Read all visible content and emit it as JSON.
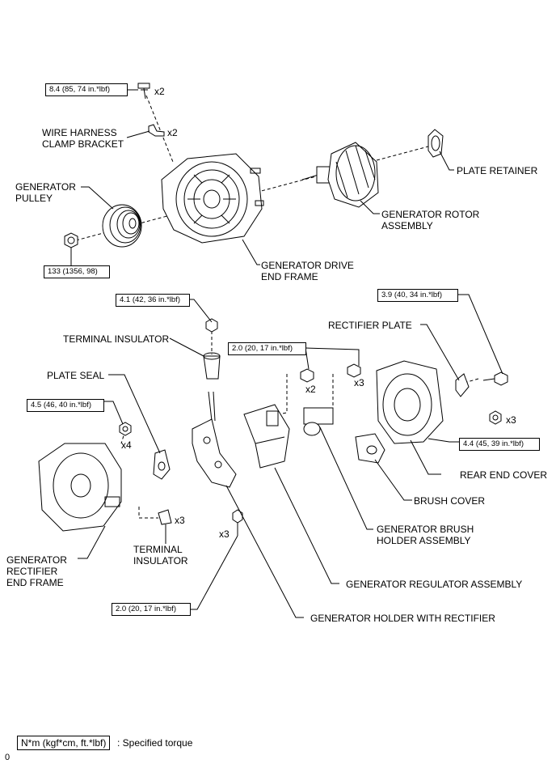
{
  "labels": {
    "wire_harness": "WIRE HARNESS\nCLAMP BRACKET",
    "generator_pulley": "GENERATOR\nPULLEY",
    "plate_retainer": "PLATE RETAINER",
    "rotor": "GENERATOR ROTOR\nASSEMBLY",
    "drive_end_frame": "GENERATOR DRIVE\nEND FRAME",
    "terminal_insulator_top": "TERMINAL INSULATOR",
    "rectifier_plate": "RECTIFIER PLATE",
    "plate_seal": "PLATE SEAL",
    "rear_end_cover": "REAR END COVER",
    "brush_cover": "BRUSH COVER",
    "brush_holder": "GENERATOR BRUSH\nHOLDER ASSEMBLY",
    "terminal_insulator_bottom": "TERMINAL\nINSULATOR",
    "rectifier_end_frame": "GENERATOR\nRECTIFIER\nEND FRAME",
    "regulator": "GENERATOR REGULATOR ASSEMBLY",
    "holder_rectifier": "GENERATOR HOLDER WITH RECTIFIER"
  },
  "torques": {
    "t1": "8.4 (85, 74 in.*lbf)",
    "t2": "133 (1356, 98)",
    "t3": "4.1 (42, 36 in.*lbf)",
    "t4": "2.0 (20, 17 in.*lbf)",
    "t5": "3.9 (40, 34 in.*lbf)",
    "t6": "4.5 (46, 40 in.*lbf)",
    "t7": "4.4 (45, 39 in.*lbf)",
    "t8": "2.0 (20, 17 in.*lbf)"
  },
  "quantities": {
    "bolt_top": "x2",
    "bracket": "x2",
    "screw_regulator": "x2",
    "screw_brush": "x3",
    "nut_rear": "x3",
    "nut_frame": "x4",
    "insulator": "x3",
    "screw_holder": "x3"
  },
  "legend": {
    "units": "N*m (kgf*cm, ft.*lbf)",
    "description": ": Specified torque"
  },
  "page_number": "0"
}
